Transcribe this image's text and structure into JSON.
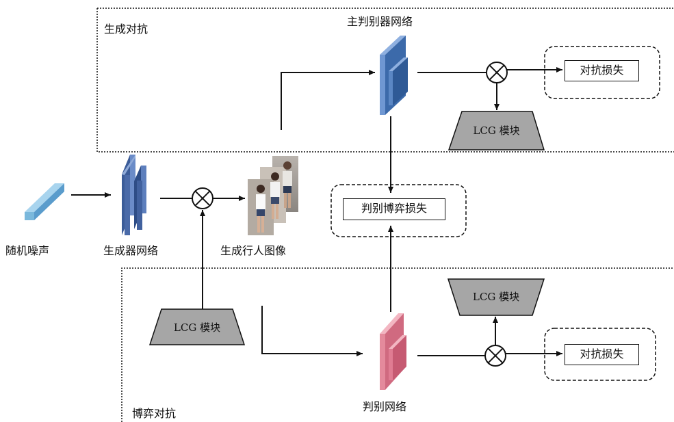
{
  "regions": {
    "gan": "生成对抗",
    "game": "博弈对抗"
  },
  "inputs": {
    "noise": "随机噪声"
  },
  "networks": {
    "generator": "生成器网络",
    "main_discriminator": "主判别器网络",
    "discriminator": "判别网络"
  },
  "outputs": {
    "generated_images": "生成行人图像"
  },
  "losses": {
    "adv_loss_top": "对抗损失",
    "adv_loss_bottom": "对抗损失",
    "game_loss": "判别博弈损失"
  },
  "modules": {
    "lcg_top": "LCG 模块",
    "lcg_left": "LCG 模块",
    "lcg_bottom": "LCG 模块"
  },
  "colors": {
    "noise_block": "#7ab8dc",
    "generator": "#4a6aa8",
    "main_discriminator": "#5b87c4",
    "discriminator": "#e48a9c",
    "lcg_fill": "#a6a6a6"
  }
}
